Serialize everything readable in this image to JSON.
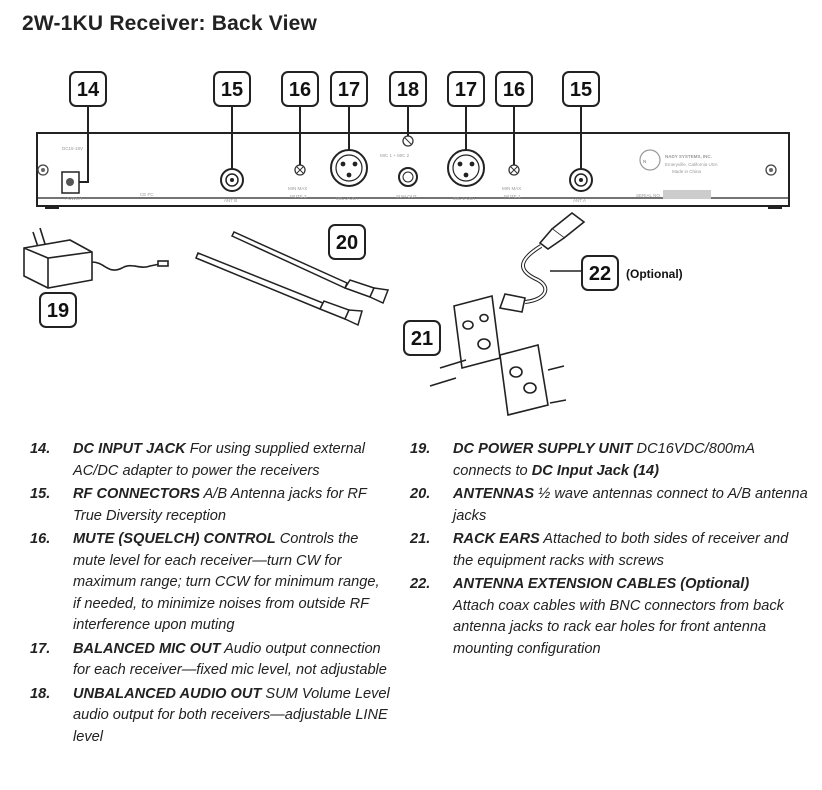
{
  "title": "2W-1KU Receiver: Back View",
  "callouts": {
    "c14": "14",
    "c15a": "15",
    "c16a": "16",
    "c17a": "17",
    "c18": "18",
    "c17b": "17",
    "c16b": "16",
    "c15b": "15",
    "c19": "19",
    "c20": "20",
    "c21": "21",
    "c22": "22"
  },
  "optional_label": "(Optional)",
  "panel_labels": {
    "brand": "NADY SYSTEMS, INC.",
    "location": "Emeryville, California USA",
    "made_in": "Made in China",
    "ant_b": "ANT B",
    "ant_a": "ANT A",
    "mic_out_1": "MIC 1 OUT",
    "mic_out_2": "MIC 2 OUT",
    "mute_1": "MUTE 1",
    "mute_2": "MUTE 2",
    "sum_out": "SUM OUT",
    "power": "POWER",
    "ce_fc": "CE FC"
  },
  "legend_left": [
    {
      "num": "14.",
      "head": "DC INPUT JACK",
      "desc": " For using supplied external AC/DC adapter to power the receivers"
    },
    {
      "num": "15.",
      "head": "RF CONNECTORS",
      "desc": " A/B Antenna jacks for RF True Diversity reception"
    },
    {
      "num": "16.",
      "head": "MUTE (SQUELCH) CONTROL",
      "desc": " Controls the mute level for each receiver—turn CW for maximum range; turn CCW for minimum range, if needed, to minimize noises from outside RF interference upon muting"
    },
    {
      "num": "17.",
      "head": "BALANCED MIC OUT",
      "desc": " Audio output connection for each receiver—fixed mic level, not adjustable"
    },
    {
      "num": "18.",
      "head": "UNBALANCED AUDIO OUT",
      "desc": " SUM Volume Level audio output for both receivers—adjustable LINE level"
    }
  ],
  "legend_right": [
    {
      "num": "19.",
      "head": "DC POWER SUPPLY UNIT",
      "desc": " DC16VDC/800mA connects to ",
      "tail": "DC Input Jack (14)"
    },
    {
      "num": "20.",
      "head": "ANTENNAS",
      "desc": " ½ wave antennas connect to A/B antenna jacks",
      "tail": ""
    },
    {
      "num": "21.",
      "head": "RACK EARS",
      "desc": " Attached to both sides of receiver and the equipment racks with screws",
      "tail": ""
    },
    {
      "num": "22.",
      "head": "ANTENNA EXTENSION CABLES (Optional)",
      "desc": " Attach coax cables with BNC connectors from back antenna jacks to rack ear holes for front antenna mounting configuration",
      "tail": ""
    }
  ]
}
